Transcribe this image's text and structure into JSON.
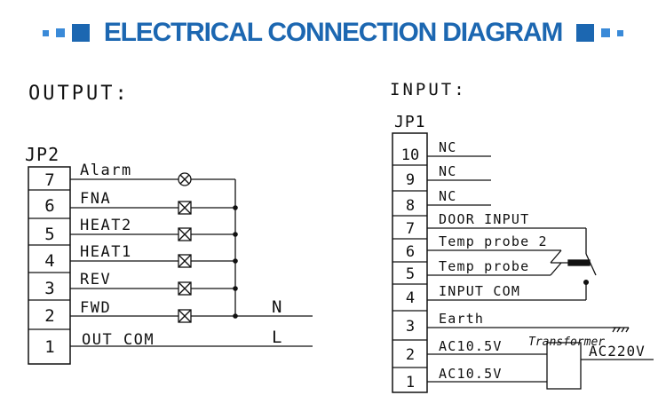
{
  "header": {
    "title": "ELECTRICAL CONNECTION DIAGRAM"
  },
  "output": {
    "heading": "OUTPUT:",
    "connector": "JP2",
    "pins": [
      "7",
      "6",
      "5",
      "4",
      "3",
      "2",
      "1"
    ],
    "signals": [
      "Alarm",
      "FNA",
      "HEAT2",
      "HEAT1",
      "REV",
      "FWD",
      "OUT COM"
    ],
    "supply": [
      "N",
      "L"
    ]
  },
  "input": {
    "heading": "INPUT:",
    "connector": "JP1",
    "pins": [
      "10",
      "9",
      "8",
      "7",
      "6",
      "5",
      "4",
      "3",
      "2",
      "1"
    ],
    "signals": [
      "NC",
      "NC",
      "NC",
      "DOOR INPUT",
      "Temp probe 2",
      "Temp probe",
      "INPUT COM",
      "Earth",
      "AC10.5V",
      "AC10.5V"
    ],
    "transformer": "Transformer",
    "mains": "AC220V"
  }
}
